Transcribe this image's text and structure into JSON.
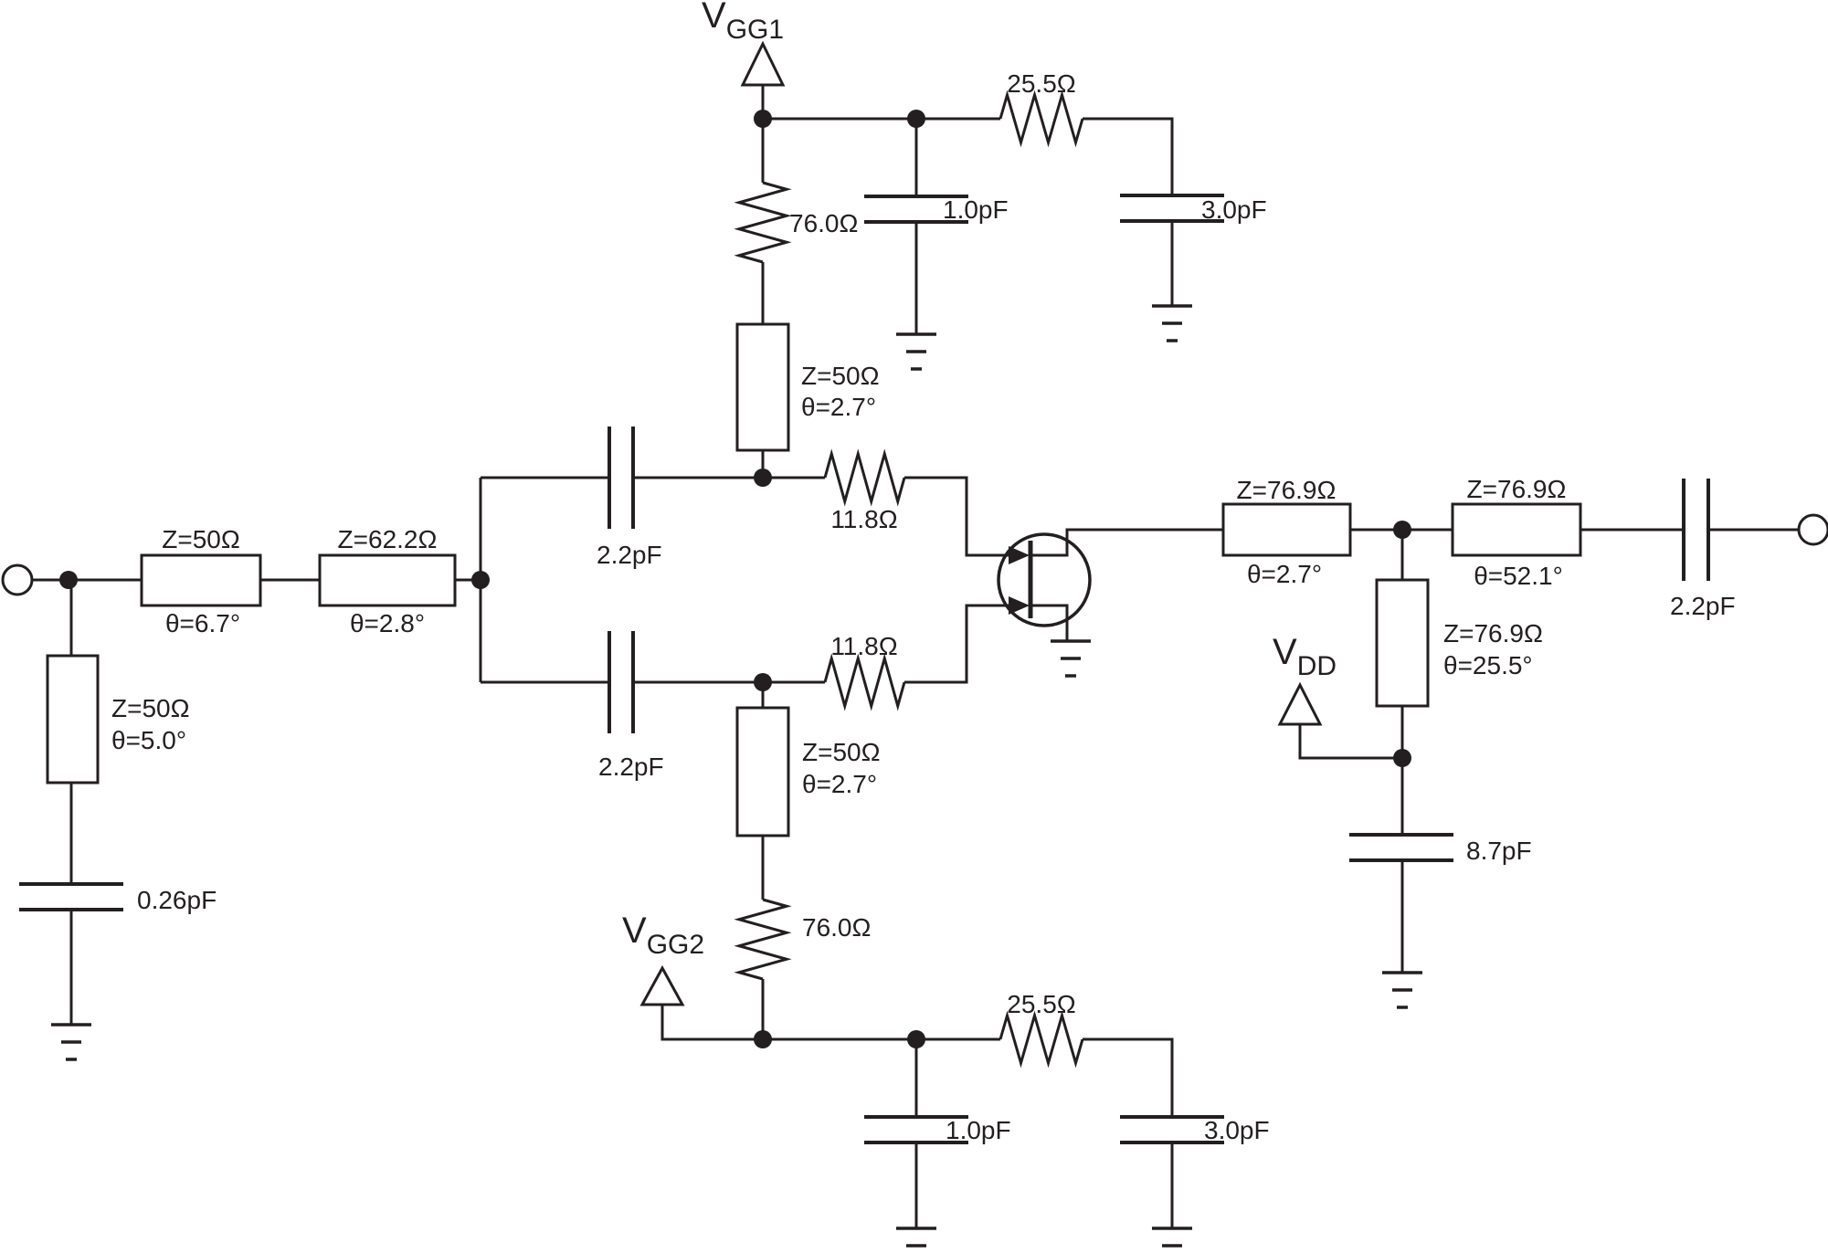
{
  "supplies": {
    "vgg1": {
      "base": "V",
      "sub": "GG1"
    },
    "vgg2": {
      "base": "V",
      "sub": "GG2"
    },
    "vdd": {
      "base": "V",
      "sub": "DD"
    }
  },
  "input_network": {
    "tl1": {
      "z": "Z=50Ω",
      "theta": "θ=6.7°"
    },
    "tl2": {
      "z": "Z=62.2Ω",
      "theta": "θ=2.8°"
    },
    "shunt_stub": {
      "z": "Z=50Ω",
      "theta": "θ=5.0°"
    },
    "shunt_cap": "0.26pF"
  },
  "gate1_branch": {
    "coupling_cap": "2.2pF",
    "gate_resistor": "11.8Ω",
    "stub": {
      "z": "Z=50Ω",
      "theta": "θ=2.7°"
    },
    "bias_resistor": "76.0Ω",
    "bypass_cap": "1.0pF",
    "filter_resistor": "25.5Ω",
    "decoupling_cap": "3.0pF"
  },
  "gate2_branch": {
    "coupling_cap": "2.2pF",
    "gate_resistor": "11.8Ω",
    "stub": {
      "z": "Z=50Ω",
      "theta": "θ=2.7°"
    },
    "bias_resistor": "76.0Ω",
    "bypass_cap": "1.0pF",
    "filter_resistor": "25.5Ω",
    "decoupling_cap": "3.0pF"
  },
  "output_network": {
    "tl1": {
      "z": "Z=76.9Ω",
      "theta": "θ=2.7°"
    },
    "tl2": {
      "z": "Z=76.9Ω",
      "theta": "θ=52.1°"
    },
    "shunt_stub": {
      "z": "Z=76.9Ω",
      "theta": "θ=25.5°"
    },
    "bypass_cap": "8.7pF",
    "coupling_cap": "2.2pF"
  }
}
